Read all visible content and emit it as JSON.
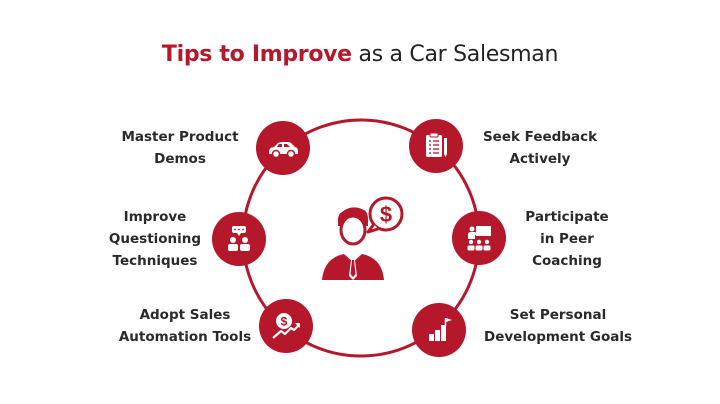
{
  "title": {
    "accent": "Tips to Improve",
    "rest": "as a Car Salesman"
  },
  "colors": {
    "brand_red": "#b5172b",
    "text": "#2a2a2a",
    "background": "#ffffff"
  },
  "center": {
    "icon": "salesman-with-dollar-speech-bubble-icon"
  },
  "tips": [
    {
      "position": "top-left",
      "icon": "car-icon",
      "lines": [
        "Master Product",
        "Demos"
      ]
    },
    {
      "position": "middle-left",
      "icon": "questioning-people-icon",
      "lines": [
        "Improve",
        "Questioning",
        "Techniques"
      ]
    },
    {
      "position": "bottom-left",
      "icon": "dollar-growth-arrow-icon",
      "lines": [
        "Adopt Sales",
        "Automation Tools"
      ]
    },
    {
      "position": "top-right",
      "icon": "clipboard-checklist-icon",
      "lines": [
        "Seek Feedback",
        "Actively"
      ]
    },
    {
      "position": "middle-right",
      "icon": "peer-coaching-presentation-icon",
      "lines": [
        "Participate",
        "in Peer",
        "Coaching"
      ]
    },
    {
      "position": "bottom-right",
      "icon": "bar-chart-flag-goal-icon",
      "lines": [
        "Set Personal",
        "Development Goals"
      ]
    }
  ]
}
